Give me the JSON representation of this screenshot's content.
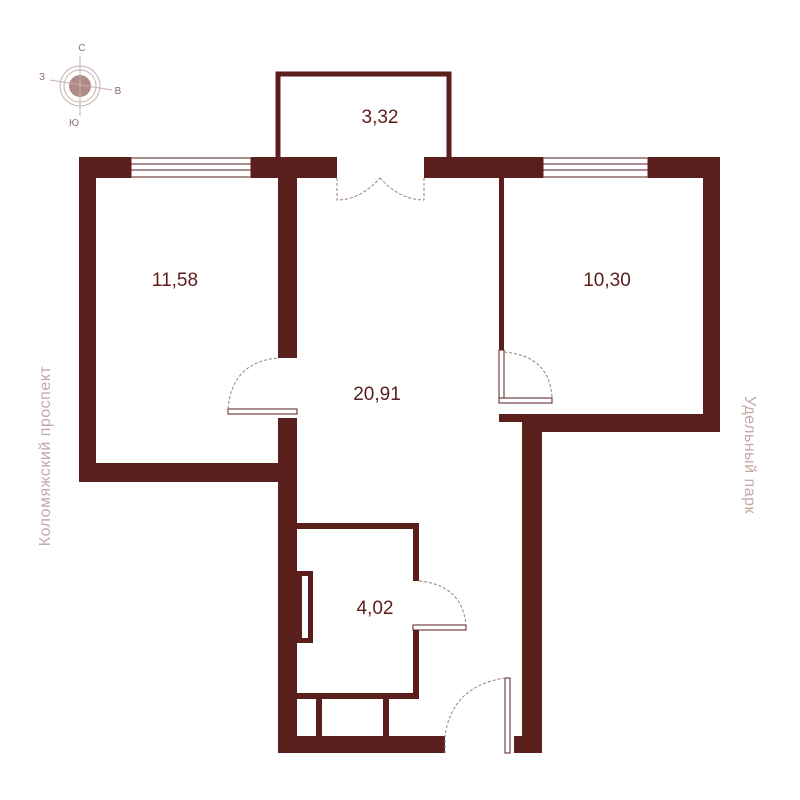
{
  "rooms": {
    "balcony": "3,32",
    "bedroom_left": "11,58",
    "bedroom_right": "10,30",
    "hall": "20,91",
    "bathroom": "4,02"
  },
  "streets": {
    "left": "Коломяжский проспект",
    "right": "Удельный парк"
  },
  "compass": {
    "north": "С",
    "west": "З",
    "east": "В",
    "south": "Ю"
  },
  "colors": {
    "wall": "#5a1e1c",
    "street_text": "#c4a9a5",
    "compass_disc": "#b08a86"
  }
}
